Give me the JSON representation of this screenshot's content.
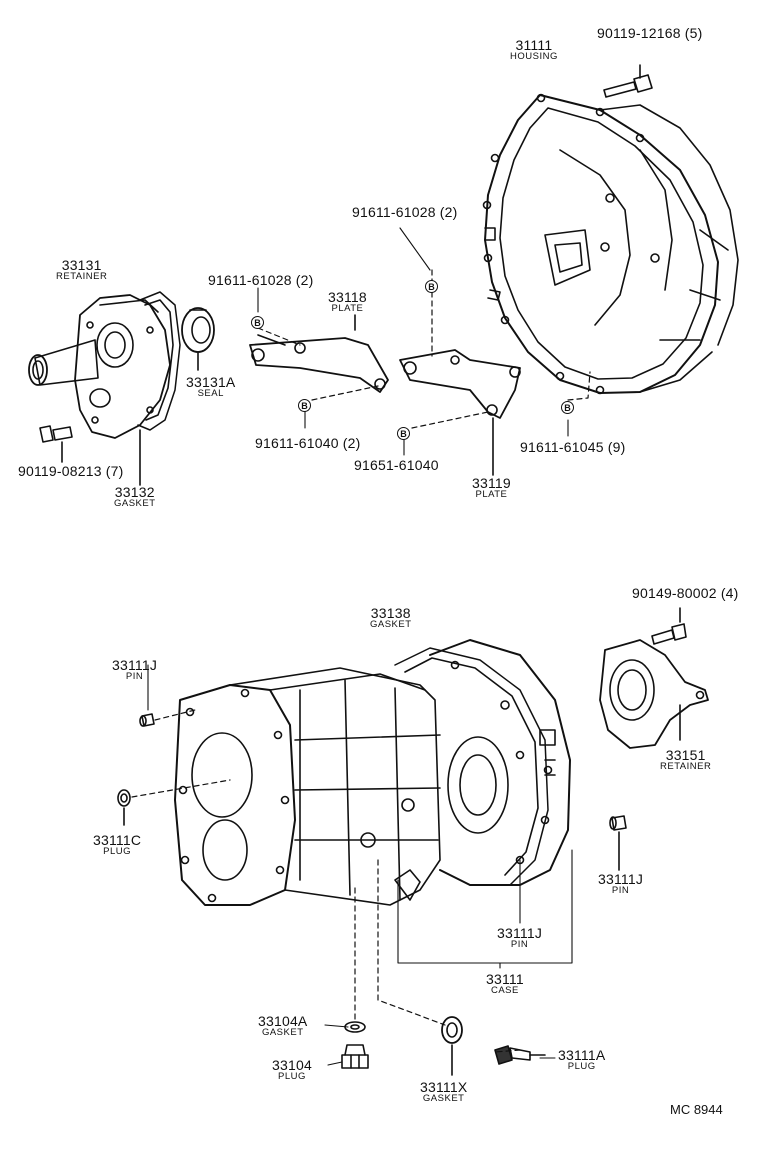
{
  "figure_code": "MC 8944",
  "bolt_marker": "B",
  "parts": {
    "p31111_top": {
      "number": "31111",
      "name": "HOUSING"
    },
    "p90119_12168": {
      "number": "90119-12168 (5)"
    },
    "p91611_61028_right": {
      "number": "91611-61028 (2)"
    },
    "p33131": {
      "number": "33131",
      "name": "RETAINER"
    },
    "p91611_61028_left": {
      "number": "91611-61028 (2)"
    },
    "p33118": {
      "number": "33118",
      "name": "PLATE"
    },
    "p33131A": {
      "number": "33131A",
      "name": "SEAL"
    },
    "p91611_61040": {
      "number": "91611-61040 (2)"
    },
    "p91651_61040": {
      "number": "91651-61040"
    },
    "p91611_61045": {
      "number": "91611-61045 (9)"
    },
    "p90119_08213": {
      "number": "90119-08213 (7)"
    },
    "p33132": {
      "number": "33132",
      "name": "GASKET"
    },
    "p33119": {
      "number": "33119",
      "name": "PLATE"
    },
    "p33138": {
      "number": "33138",
      "name": "GASKET"
    },
    "p90149_80002": {
      "number": "90149-80002 (4)"
    },
    "p33111J_left": {
      "number": "33111J",
      "name": "PIN"
    },
    "p33151": {
      "number": "33151",
      "name": "RETAINER"
    },
    "p33111C": {
      "number": "33111C",
      "name": "PLUG"
    },
    "p33111J_right": {
      "number": "33111J",
      "name": "PIN"
    },
    "p33111J_mid": {
      "number": "33111J",
      "name": "PIN"
    },
    "p33111_case": {
      "number": "33111",
      "name": "CASE"
    },
    "p33104A": {
      "number": "33104A",
      "name": "GASKET"
    },
    "p33104": {
      "number": "33104",
      "name": "PLUG"
    },
    "p33111X": {
      "number": "33111X",
      "name": "GASKET"
    },
    "p33111A": {
      "number": "33111A",
      "name": "PLUG"
    }
  }
}
